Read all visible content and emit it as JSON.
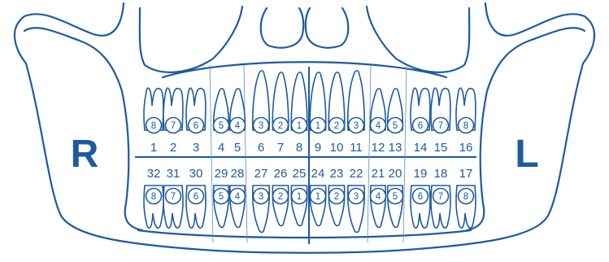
{
  "colors": {
    "stroke": "#1e5aa0",
    "text": "#1e5aa0",
    "background": "#ffffff"
  },
  "labels": {
    "right_side": "R",
    "left_side": "L"
  },
  "upper_universal_numbers": [
    "1",
    "2",
    "3",
    "4",
    "5",
    "6",
    "7",
    "8",
    "9",
    "10",
    "11",
    "12",
    "13",
    "14",
    "15",
    "16"
  ],
  "lower_universal_numbers": [
    "32",
    "31",
    "30",
    "29",
    "28",
    "27",
    "26",
    "25",
    "24",
    "23",
    "22",
    "21",
    "20",
    "19",
    "18",
    "17"
  ],
  "upper_quadrant_numbers": [
    "8",
    "7",
    "6",
    "5",
    "4",
    "3",
    "2",
    "1",
    "1",
    "2",
    "3",
    "4",
    "5",
    "6",
    "7",
    "8"
  ],
  "lower_quadrant_numbers": [
    "8",
    "7",
    "6",
    "5",
    "4",
    "3",
    "2",
    "1",
    "1",
    "2",
    "3",
    "4",
    "5",
    "6",
    "7",
    "8"
  ]
}
